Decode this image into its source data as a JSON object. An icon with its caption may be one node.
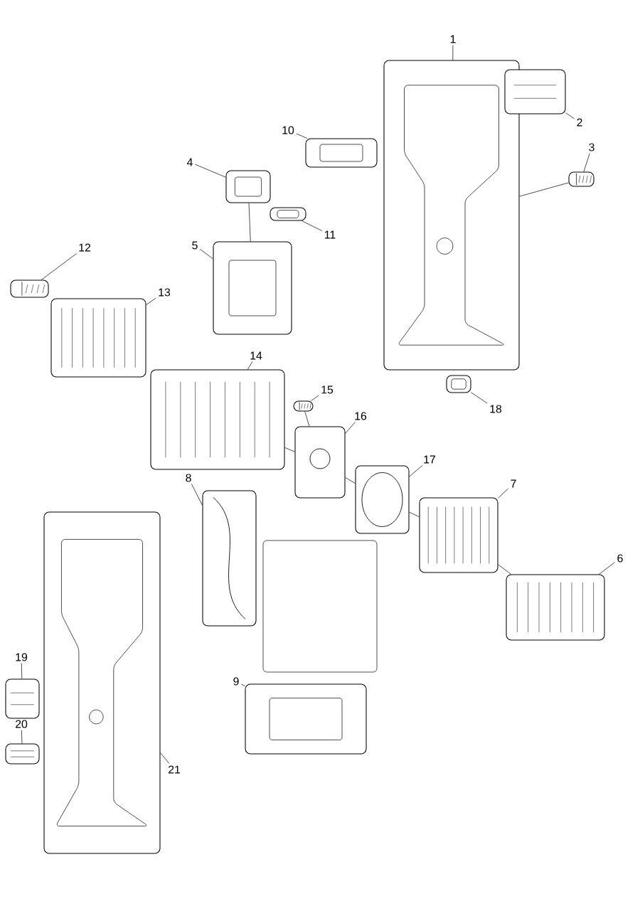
{
  "diagram": {
    "nodes": [
      {
        "text": [
          "1"
        ]
      },
      {
        "text": [],
        "shape": "picture"
      },
      {
        "text": [
          "2"
        ]
      },
      {
        "text": [],
        "shape": "picture"
      },
      {
        "text": [
          "3"
        ]
      },
      {
        "text": [],
        "shape": "picture"
      },
      {
        "text": [
          "10"
        ]
      },
      {
        "text": [],
        "shape": "picture"
      },
      {
        "text": [
          "4"
        ]
      },
      {
        "text": [],
        "shape": "picture"
      },
      {
        "text": [
          "11"
        ]
      },
      {
        "text": [],
        "shape": "picture"
      },
      {
        "text": [
          "12"
        ]
      },
      {
        "text": [],
        "shape": "picture"
      },
      {
        "text": [
          "5"
        ]
      },
      {
        "text": [],
        "shape": "picture"
      },
      {
        "text": [
          "13"
        ]
      },
      {
        "text": [],
        "shape": "picture"
      },
      {
        "text": [
          "14"
        ]
      },
      {
        "text": [],
        "shape": "picture"
      },
      {
        "text": [
          "15"
        ]
      },
      {
        "text": [],
        "shape": "picture"
      },
      {
        "text": [
          "18"
        ]
      },
      {
        "text": [],
        "shape": "picture"
      },
      {
        "text": [
          "16"
        ]
      },
      {
        "text": [],
        "shape": "picture"
      },
      {
        "text": [
          "17"
        ]
      },
      {
        "text": [],
        "shape": "picture"
      },
      {
        "text": [
          "8"
        ]
      },
      {
        "text": [],
        "shape": "picture"
      },
      {
        "text": [
          "7"
        ]
      },
      {
        "text": [],
        "shape": "picture"
      },
      {
        "text": [
          "6"
        ]
      },
      {
        "text": [],
        "shape": "picture"
      },
      {
        "text": [
          "9"
        ]
      },
      {
        "text": [],
        "shape": "picture"
      },
      {
        "text": [
          "19"
        ]
      },
      {
        "text": [],
        "shape": "picture"
      },
      {
        "text": [
          "20"
        ]
      },
      {
        "text": [],
        "shape": "picture"
      },
      {
        "text": [
          "21"
        ]
      },
      {
        "text": [],
        "shape": "picture"
      }
    ],
    "edges": [
      {
        "from": 0,
        "to": 1,
        "arrow": "none"
      },
      {
        "from": 2,
        "to": 3,
        "arrow": "none"
      },
      {
        "from": 4,
        "to": 5,
        "arrow": "none"
      },
      {
        "from": 6,
        "to": 7,
        "arrow": "none"
      },
      {
        "from": 8,
        "to": 9,
        "arrow": "none"
      },
      {
        "from": 10,
        "to": 11,
        "arrow": "none"
      },
      {
        "from": 12,
        "to": 13,
        "arrow": "none"
      },
      {
        "from": 14,
        "to": 15,
        "arrow": "none"
      },
      {
        "from": 16,
        "to": 17,
        "arrow": "none"
      },
      {
        "from": 18,
        "to": 19,
        "arrow": "none"
      },
      {
        "from": 20,
        "to": 21,
        "arrow": "none"
      },
      {
        "from": 22,
        "to": 23,
        "arrow": "none"
      },
      {
        "from": 24,
        "to": 25,
        "arrow": "none"
      },
      {
        "from": 26,
        "to": 27,
        "arrow": "none"
      },
      {
        "from": 28,
        "to": 29,
        "arrow": "none"
      },
      {
        "from": 30,
        "to": 31,
        "arrow": "none"
      },
      {
        "from": 32,
        "to": 33,
        "arrow": "none"
      },
      {
        "from": 34,
        "to": 35,
        "arrow": "none"
      },
      {
        "from": 36,
        "to": 37,
        "arrow": "none"
      },
      {
        "from": 38,
        "to": 39,
        "arrow": "none"
      },
      {
        "from": 40,
        "to": 41,
        "arrow": "none"
      },
      {
        "from": 9,
        "to": 15,
        "arrow": "none"
      },
      {
        "from": 5,
        "to": 1,
        "arrow": "none"
      },
      {
        "from": 21,
        "to": 25,
        "arrow": "none"
      },
      {
        "from": 19,
        "to": 25,
        "arrow": "none"
      },
      {
        "from": 25,
        "to": 27,
        "arrow": "none"
      },
      {
        "from": 27,
        "to": 31,
        "arrow": "none"
      },
      {
        "from": 31,
        "to": 33,
        "arrow": "none"
      }
    ]
  }
}
